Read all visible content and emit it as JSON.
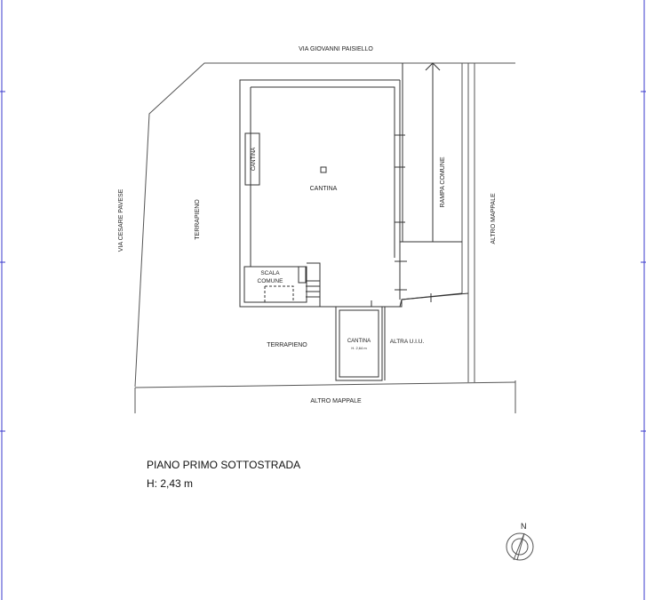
{
  "plan": {
    "street_top": "VIA GIOVANNI PAISIELLO",
    "street_left": "VIA CESARE PAVESE",
    "terrapieno_left": "TERRAPIENO",
    "terrapieno_bottom": "TERRAPIENO",
    "cantina_main": "CANTINA",
    "cantina_small": "CANTINA",
    "scala_line1": "SCALA",
    "scala_line2": "COMUNE",
    "rampa": "RAMPA COMUNE",
    "altro_mappale_right": "ALTRO MAPPALE",
    "altro_mappale_bottom": "ALTRO MAPPALE",
    "cantina_lower": "CANTINA",
    "cantina_lower_height": "H. 2,64 m",
    "altra_uiu": "ALTRA U.I.U.",
    "north": "N"
  },
  "caption": {
    "title": "PIANO PRIMO SOTTOSTRADA",
    "height": "H: 2,43 m"
  },
  "colors": {
    "frame": "#3a3acc"
  }
}
